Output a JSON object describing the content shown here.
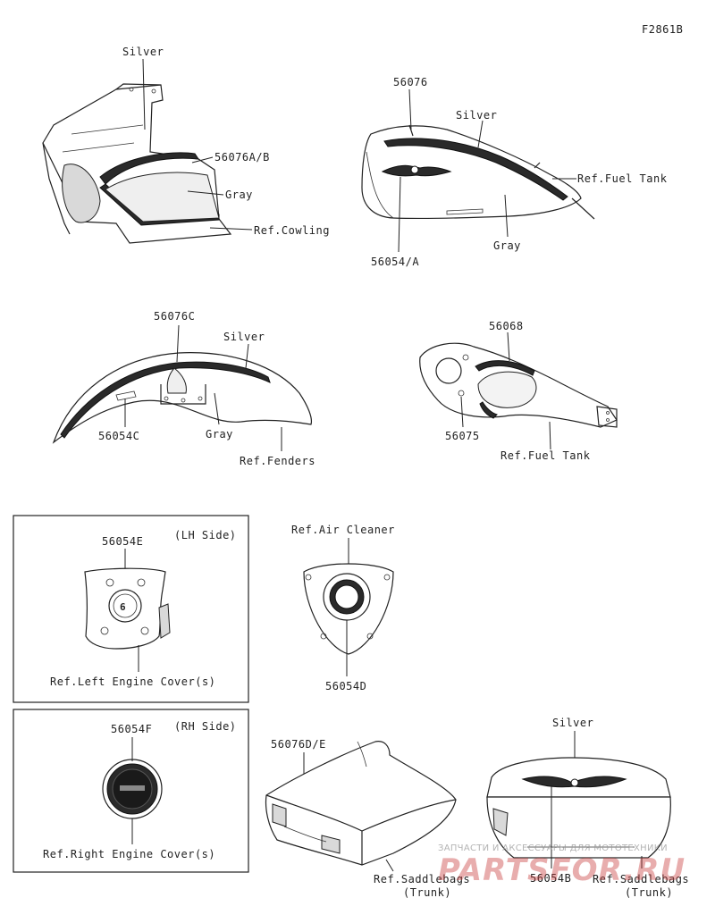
{
  "figure_code": "F2861B",
  "parts": {
    "cowling": {
      "part_no": "56076A/B",
      "color_top": "Silver",
      "color_bottom": "Gray",
      "ref": "Ref.Cowling"
    },
    "fuel_tank": {
      "part_no": "56076",
      "emblem_no": "56054/A",
      "color_top": "Silver",
      "color_bottom": "Gray",
      "ref": "Ref.Fuel Tank"
    },
    "fender": {
      "part_no": "56076C",
      "emblem_no": "56054C",
      "color_top": "Silver",
      "color_bottom": "Gray",
      "ref": "Ref.Fenders"
    },
    "tank_cover": {
      "part_no": "56068",
      "part_no_2": "56075",
      "ref": "Ref.Fuel Tank"
    },
    "left_cover": {
      "part_no": "56054E",
      "side": "(LH Side)",
      "ref": "Ref.Left Engine Cover(s)"
    },
    "air_cleaner": {
      "part_no": "56054D",
      "ref": "Ref.Air Cleaner"
    },
    "right_cover": {
      "part_no": "56054F",
      "side": "(RH Side)",
      "ref": "Ref.Right Engine Cover(s)"
    },
    "saddlebag": {
      "part_no": "56076D/E",
      "ref_line1": "Ref.Saddlebags",
      "ref_line2": "(Trunk)"
    },
    "trunk": {
      "part_no": "56054B",
      "color": "Silver",
      "ref_line1": "Ref.Saddlebags",
      "ref_line2": "(Trunk)"
    }
  },
  "watermark": {
    "tagline": "ЗАПЧАСТИ И АКСЕССУАРЫ ДЛЯ МОТОТЕХНИКИ",
    "logo_text": "PARTSFOR.RU"
  },
  "colors": {
    "line": "#222222",
    "watermark": "#c63a3a"
  }
}
